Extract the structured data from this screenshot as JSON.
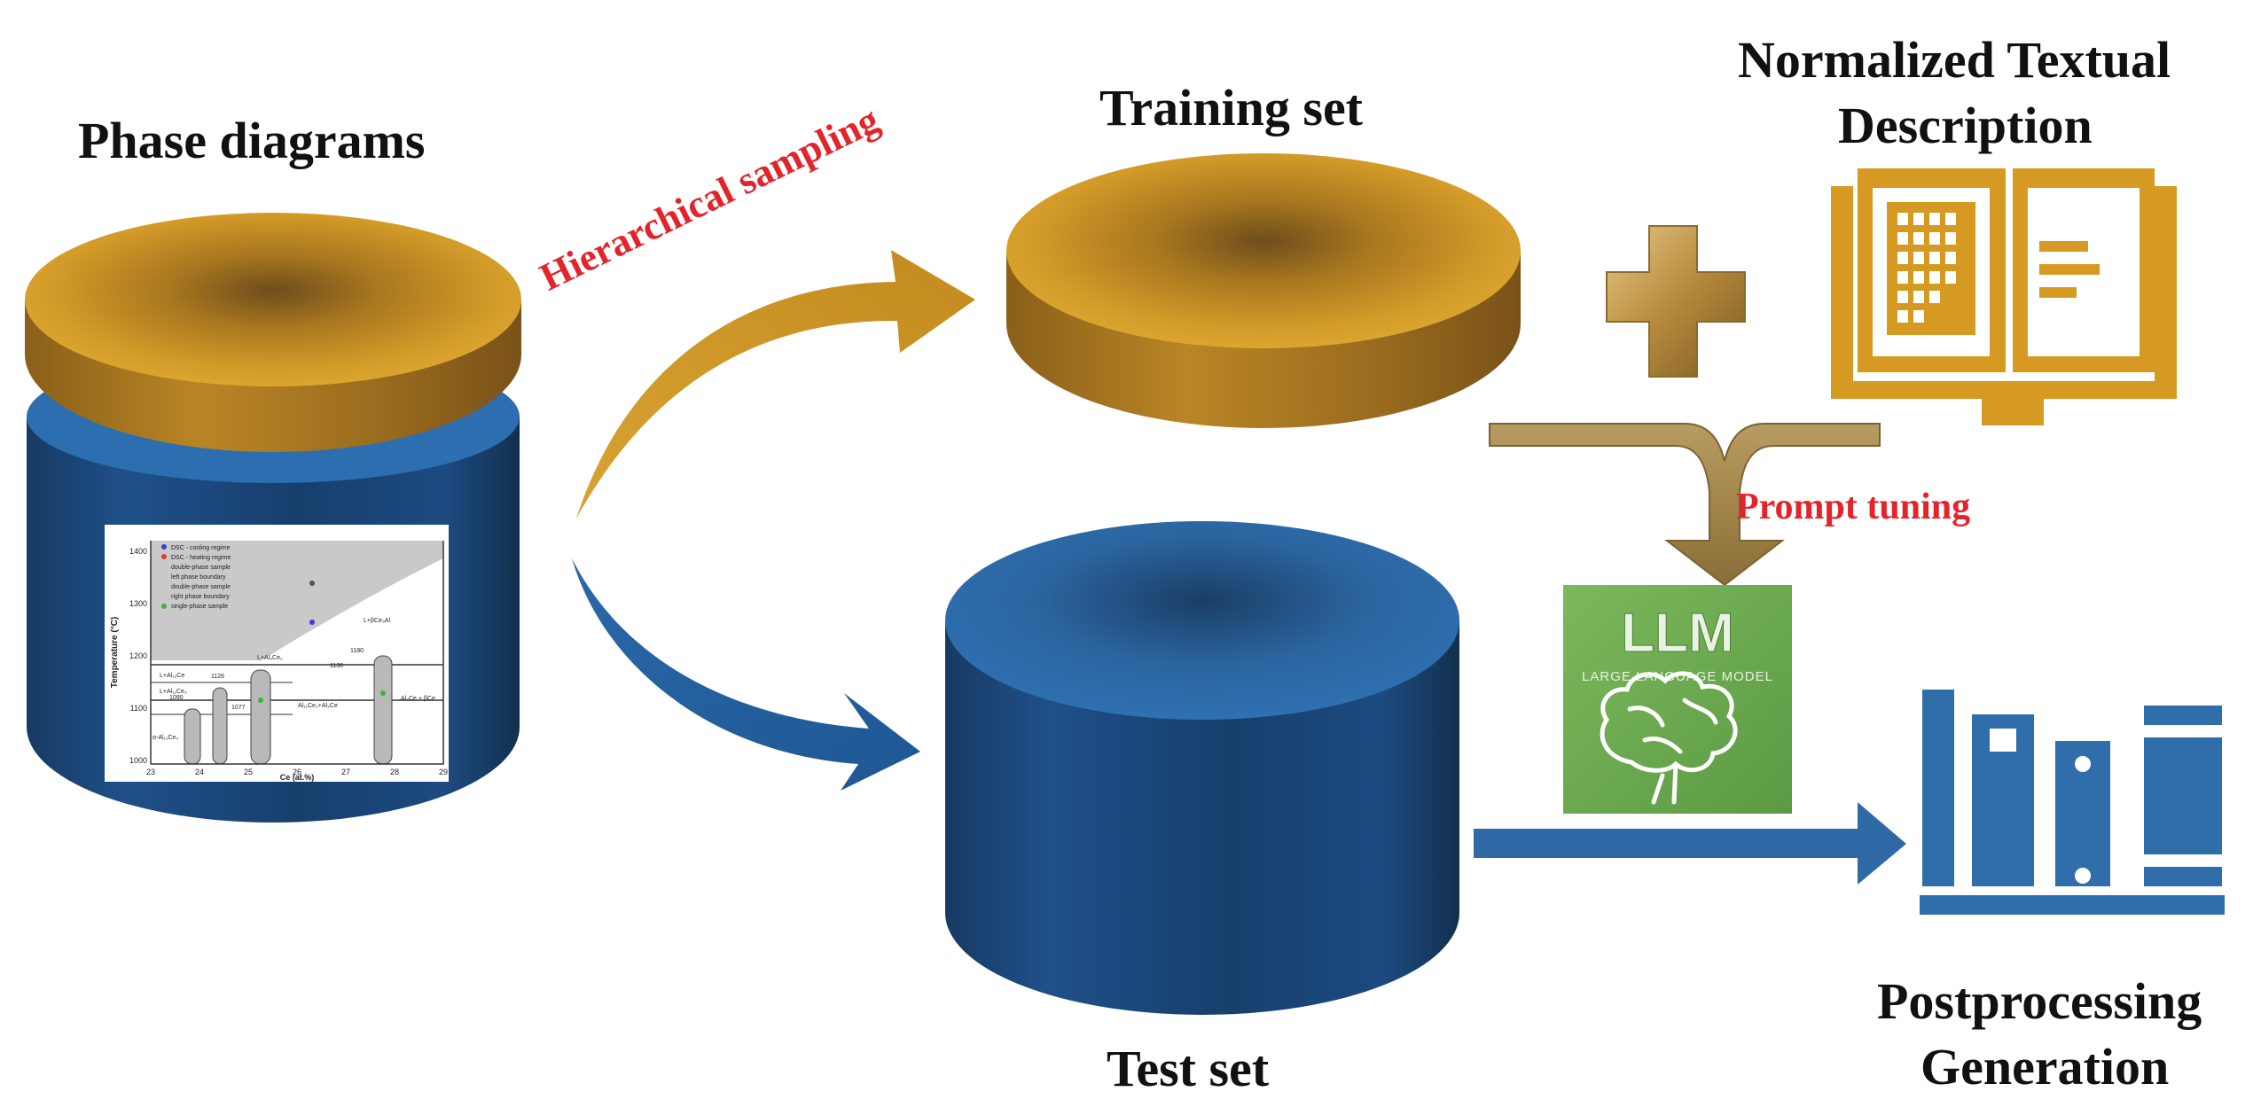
{
  "labels": {
    "phase_diagrams": "Phase diagrams",
    "hierarchical_sampling": "Hierarchical sampling",
    "training_set": "Training set",
    "normalized_line1": "Normalized Textual",
    "normalized_line2": "Description",
    "prompt_tuning": "Prompt tuning",
    "test_set": "Test set",
    "post_line1": "Postprocessing",
    "post_line2": "Generation"
  },
  "llm": {
    "title": "LLM",
    "subtitle": "LARGE LANGUAGE MODEL"
  },
  "plot": {
    "ylabel": "Temperature (°C)",
    "xlabel": "Ce (at.%)",
    "xticks": [
      "23",
      "24",
      "25",
      "26",
      "27",
      "28",
      "29"
    ],
    "yticks": [
      "1400",
      "1300",
      "1200",
      "1100",
      "1000"
    ],
    "legend": [
      "DSC - cooling regime",
      "DSC - heating regime",
      "double-phase sample",
      "left phase boundary",
      "double-phase sample",
      "right phase boundary",
      "single-phase sample"
    ],
    "region_labels": [
      "L+Al₁₂Ce",
      "L+Al₁₁Ce₃",
      "L+Al₃Ce₂",
      "1180",
      "1126",
      "1130",
      "1090",
      "1077",
      "L+βCe₃Al",
      "Al₁₁Ce₃+Al₃Ce",
      "Al₂Ce + βCe",
      "α-Al₁₁Ce₃"
    ]
  },
  "colors": {
    "gold": "#c8901f",
    "blue": "#1d4d80",
    "red_text": "#e3242b",
    "llm_green": "#6aa84f",
    "doc_gold": "#d69a23"
  },
  "icons": [
    "plus-icon",
    "book-document-icon",
    "books-shelf-icon",
    "brain-icon"
  ]
}
